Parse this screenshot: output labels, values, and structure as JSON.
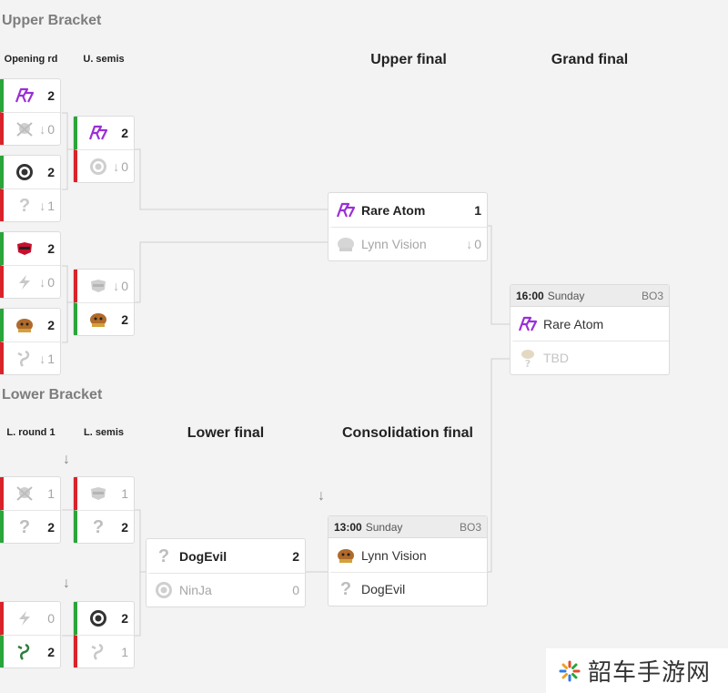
{
  "sections": {
    "upper": "Upper Bracket",
    "lower": "Lower Bracket"
  },
  "rounds": {
    "opening": "Opening rd",
    "usemis": "U. semis",
    "ufinal": "Upper final",
    "grand": "Grand final",
    "lround1": "L. round 1",
    "lsemis": "L. semis",
    "lfinal": "Lower final",
    "consol": "Consolidation final"
  },
  "teams": {
    "rare_atom": "Rare Atom",
    "lynn_vision": "Lynn Vision",
    "dogevil": "DogEvil",
    "ninja": "NinJa",
    "tbd": "TBD"
  },
  "upper": {
    "opening": [
      {
        "top": "2",
        "bottom": "0"
      },
      {
        "top": "2",
        "bottom": "1"
      },
      {
        "top": "2",
        "bottom": "0"
      },
      {
        "top": "2",
        "bottom": "1"
      }
    ],
    "semis": [
      {
        "top": "2",
        "bottom": "0"
      },
      {
        "top": "0",
        "bottom": "2"
      }
    ],
    "final": {
      "top": "1",
      "bottom": "0"
    }
  },
  "grand_final": {
    "time": "16:00",
    "day": "Sunday",
    "format": "BO3"
  },
  "lower": {
    "round1": [
      {
        "top": "1",
        "bottom": "2"
      },
      {
        "top": "0",
        "bottom": "2"
      }
    ],
    "semis": [
      {
        "top": "1",
        "bottom": "2"
      },
      {
        "top": "2",
        "bottom": "1"
      }
    ],
    "final": {
      "top": "2",
      "bottom": "0"
    }
  },
  "consolidation": {
    "time": "13:00",
    "day": "Sunday",
    "format": "BO3"
  },
  "watermark": "韶车手游网",
  "colors": {
    "win": "#2aa53a",
    "lose": "#d8232a",
    "rare_atom": "#9b2fd6",
    "background": "#f3f3f4"
  }
}
